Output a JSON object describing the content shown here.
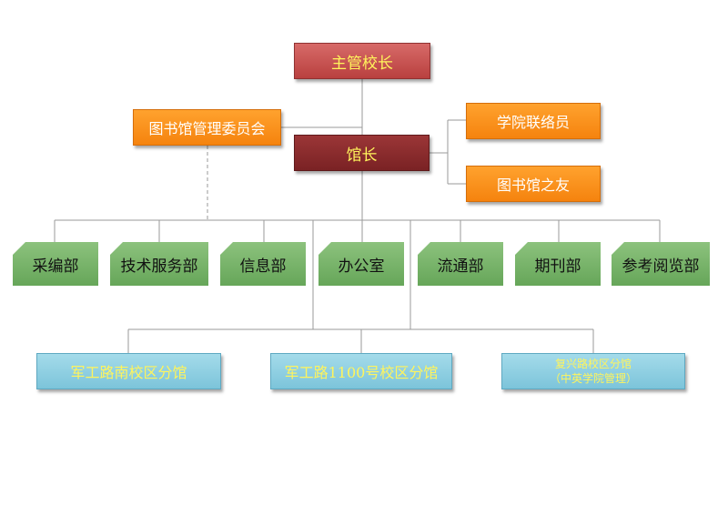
{
  "org_chart": {
    "top": "主管校长",
    "committee": "图书馆管理委员会",
    "director": "馆长",
    "advisors": [
      "学院联络员",
      "图书馆之友"
    ],
    "departments": [
      "采编部",
      "技术服务部",
      "信息部",
      "办公室",
      "流通部",
      "期刊部",
      "参考阅览部"
    ],
    "branches": [
      {
        "line1": "军工路南校区分馆"
      },
      {
        "line1": "军工路1100号校区分馆"
      },
      {
        "line1": "复兴路校区分馆",
        "line2": "（中英学院管理）"
      }
    ]
  }
}
